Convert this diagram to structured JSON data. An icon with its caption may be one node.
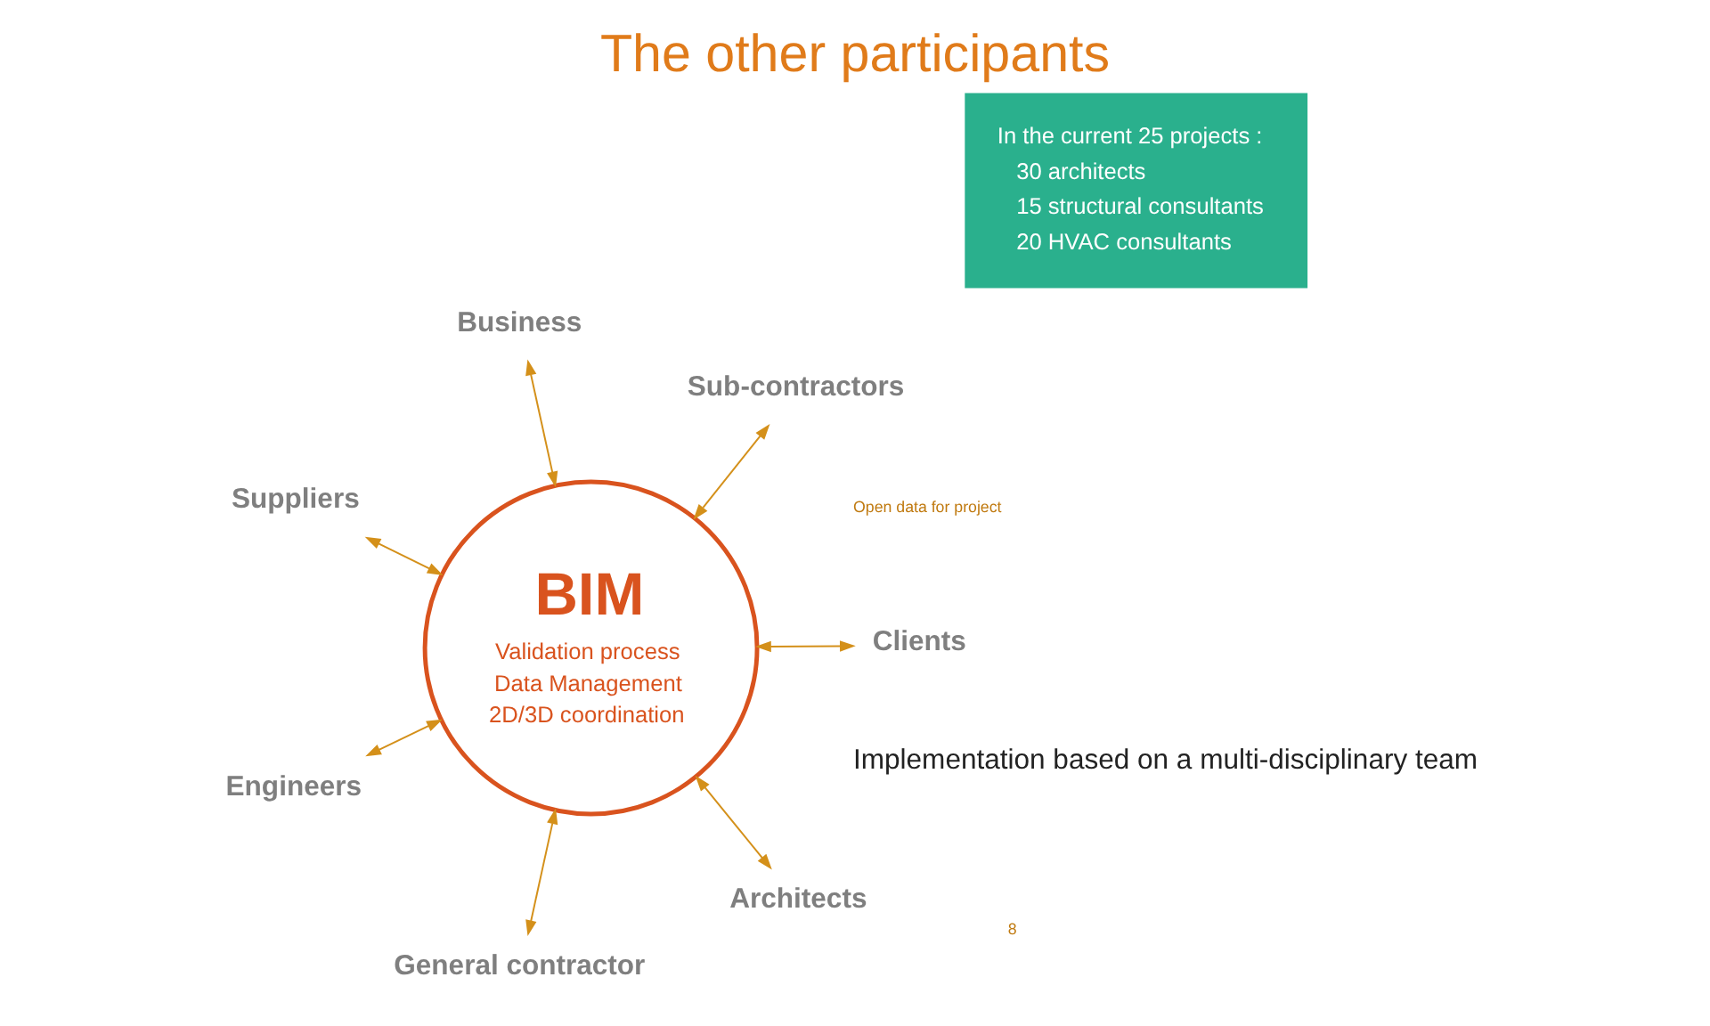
{
  "diagram": {
    "title": "The other participants",
    "nodes": [
      {
        "text": [
          "BIM",
          "Validation process",
          "Data Management",
          "2D/3D coordination"
        ]
      },
      {
        "text": [
          "Clients"
        ]
      },
      {
        "text": [
          "General contractor"
        ]
      },
      {
        "text": [
          "Suppliers"
        ]
      },
      {
        "text": [
          "Sub-contractors"
        ]
      },
      {
        "text": [
          "Business"
        ]
      },
      {
        "text": [
          "Engineers"
        ]
      },
      {
        "text": [
          "Architects"
        ]
      },
      {
        "text": [
          "In the current 25 projects :",
          "30 architects",
          "15 structural consultants",
          "20 HVAC consultants"
        ]
      }
    ],
    "edges": [
      {
        "from": 0,
        "to": 1,
        "arrow": "both"
      },
      {
        "from": 0,
        "to": 2,
        "arrow": "both"
      },
      {
        "from": 0,
        "to": 3,
        "arrow": "both"
      },
      {
        "from": 0,
        "to": 4,
        "arrow": "both"
      },
      {
        "from": 0,
        "to": 5,
        "arrow": "both"
      },
      {
        "from": 0,
        "to": 6,
        "arrow": "both"
      },
      {
        "from": 0,
        "to": 7,
        "arrow": "both"
      }
    ],
    "labels": [
      "Implementation based on a multi-disciplinary team",
      "Open data for project",
      "8"
    ]
  }
}
